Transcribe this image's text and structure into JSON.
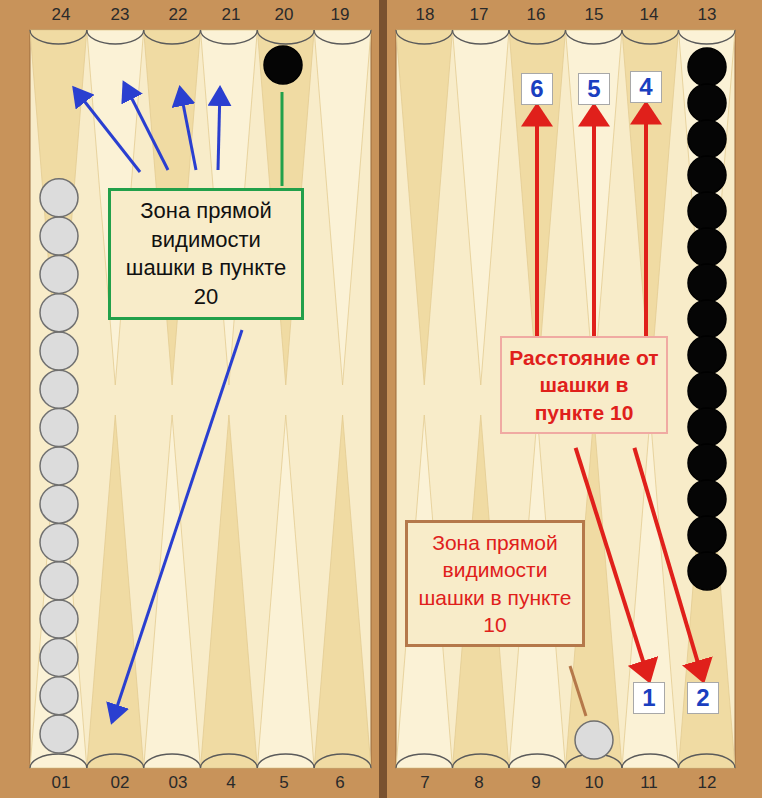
{
  "diagram": {
    "nodes": [
      {
        "text": [
          "6"
        ]
      },
      {
        "text": [
          "5"
        ]
      },
      {
        "text": [
          "4"
        ]
      },
      {
        "text": [
          "Зона прямой видимости шашки в пункте 20"
        ]
      },
      {
        "text": [
          "Расстояние от шашки в пункте 10"
        ]
      },
      {
        "text": [
          "Зона прямой видимости шашки в пункте 10"
        ]
      },
      {
        "text": [
          "1"
        ]
      },
      {
        "text": [
          "2"
        ]
      }
    ],
    "edges": [
      {
        "from": 4,
        "to": 0,
        "arrow": "to"
      },
      {
        "from": 4,
        "to": 1,
        "arrow": "to"
      },
      {
        "from": 4,
        "to": 2,
        "arrow": "to"
      },
      {
        "from": 4,
        "to": 6,
        "arrow": "to"
      },
      {
        "from": 4,
        "to": 7,
        "arrow": "to"
      }
    ],
    "labels": [
      "24",
      "23",
      "22",
      "21",
      "20",
      "19",
      "18",
      "17",
      "16",
      "15",
      "14",
      "13",
      "01",
      "02",
      "03",
      "4",
      "5",
      "6",
      "7",
      "8",
      "9",
      "10",
      "11",
      "12"
    ]
  }
}
